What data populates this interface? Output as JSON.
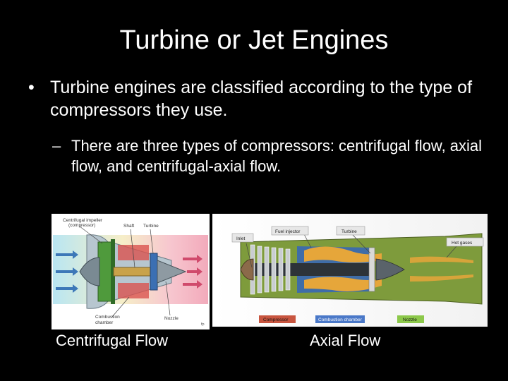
{
  "slide": {
    "title": "Turbine or Jet Engines",
    "bullet1": "Turbine engines are classified according to the type of compressors they use.",
    "bullet1_mark": "•",
    "bullet2": "There are three types of compressors:  centrifugal flow, axial flow, and centrifugal-axial flow.",
    "bullet2_mark": "–"
  },
  "figure_centrifugal": {
    "labels": {
      "impeller": "Centrifugal impeller",
      "impeller_sub": "(compressor)",
      "shaft": "Shaft",
      "turbine": "Turbine",
      "combustion": "Combustion",
      "combustion_sub": "chamber",
      "nozzle": "Nozzle",
      "corner": "fp"
    },
    "caption": "Centrifugal Flow"
  },
  "figure_axial": {
    "labels": {
      "inlet": "Inlet",
      "fuel_injector": "Fuel injector",
      "turbine": "Turbine",
      "hot_gases": "Hot gases"
    },
    "legend": {
      "compressor": "Compressor",
      "combustion_chamber": "Combustion chamber",
      "nozzle": "Nozzle"
    },
    "caption": "Axial Flow"
  },
  "colors": {
    "background": "#000000",
    "text": "#ffffff",
    "legend_compressor": "#c8553f",
    "legend_combustion": "#4a78c8",
    "legend_nozzle": "#8cc84a"
  }
}
